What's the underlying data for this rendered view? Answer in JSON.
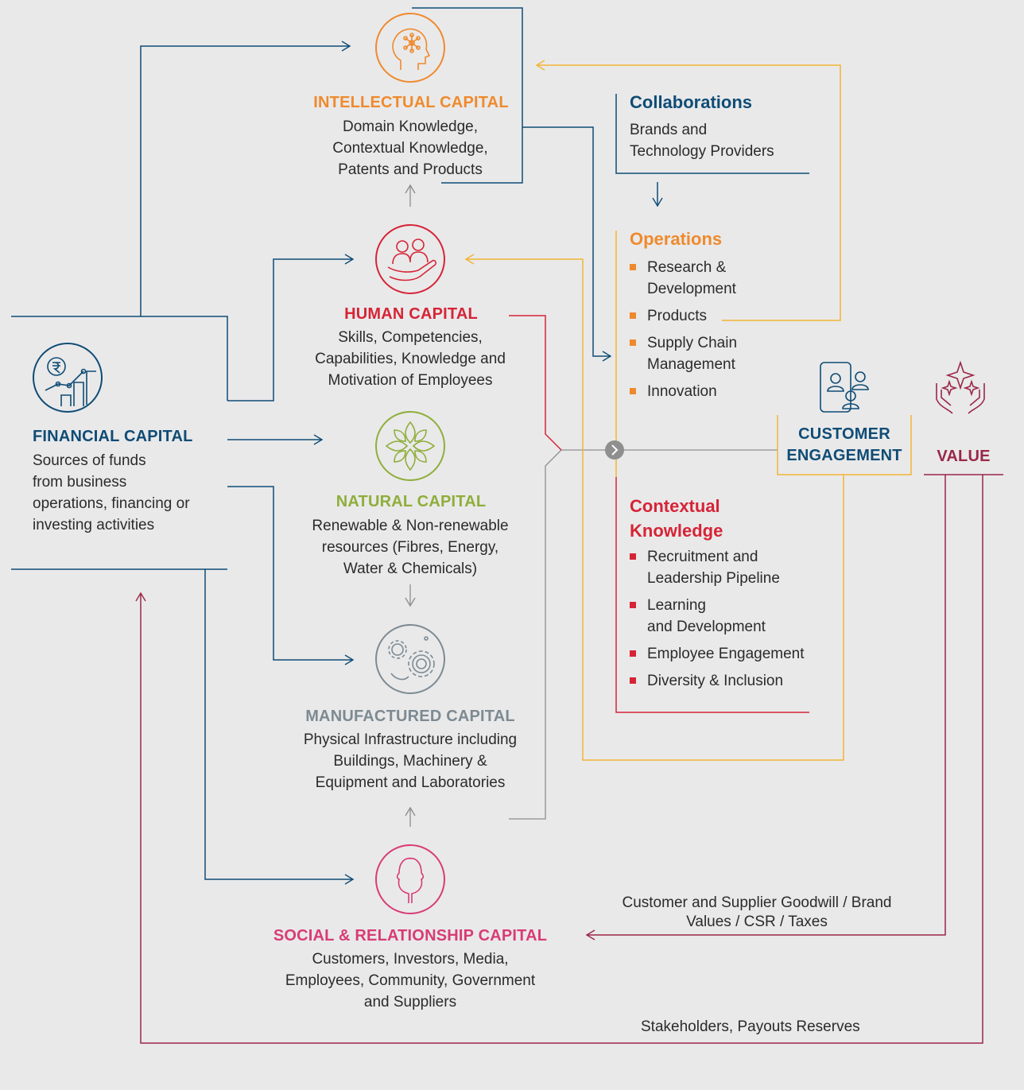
{
  "colors": {
    "financial": "#0f4c75",
    "intellectual": "#ef8a2c",
    "human": "#d62436",
    "natural": "#8fae3a",
    "manufactured": "#7d8a92",
    "social": "#d83c74",
    "value": "#9b2748",
    "collab": "#0f4c75",
    "yellow_line": "#f2b532",
    "gray_line": "#8f8f8f"
  },
  "financial": {
    "icon": "rupee-growth-chart-icon",
    "title": "FINANCIAL CAPITAL",
    "desc": [
      "Sources of funds",
      "from business",
      "operations, financing or",
      "investing activities"
    ]
  },
  "intellectual": {
    "icon": "brain-network-icon",
    "title": "INTELLECTUAL CAPITAL",
    "desc": [
      "Domain Knowledge,",
      "Contextual Knowledge,",
      "Patents and Products"
    ]
  },
  "human": {
    "icon": "people-in-hand-icon",
    "title": "HUMAN CAPITAL",
    "desc": [
      "Skills, Competencies,",
      "Capabilities, Knowledge and",
      "Motivation of Employees"
    ]
  },
  "natural": {
    "icon": "leaf-pattern-icon",
    "title": "NATURAL CAPITAL",
    "desc": [
      "Renewable & Non-renewable",
      "resources (Fibres, Energy,",
      "Water & Chemicals)"
    ]
  },
  "manufactured": {
    "icon": "gears-icon",
    "title": "MANUFACTURED CAPITAL",
    "desc": [
      "Physical Infrastructure including",
      "Buildings, Machinery &",
      "Equipment and Laboratories"
    ]
  },
  "social": {
    "icon": "two-faces-icon",
    "title": "SOCIAL & RELATIONSHIP CAPITAL",
    "desc": [
      "Customers, Investors, Media,",
      "Employees, Community, Government",
      "and Suppliers"
    ]
  },
  "collaborations": {
    "title": "Collaborations",
    "desc": [
      "Brands and",
      "Technology Providers"
    ]
  },
  "operations": {
    "title": "Operations",
    "items": [
      [
        "Research &",
        "Development"
      ],
      [
        "Products"
      ],
      [
        "Supply Chain",
        "Management"
      ],
      [
        "Innovation"
      ]
    ]
  },
  "contextual": {
    "title": [
      "Contextual",
      "Knowledge"
    ],
    "items": [
      [
        "Recruitment and",
        "Leadership Pipeline"
      ],
      [
        "Learning",
        "and Development"
      ],
      [
        "Employee Engagement"
      ],
      [
        "Diversity & Inclusion"
      ]
    ]
  },
  "customer_engagement": {
    "icon": "customer-profiles-icon",
    "title": [
      "CUSTOMER",
      "ENGAGEMENT"
    ]
  },
  "value": {
    "icon": "hands-sparkles-icon",
    "title": "VALUE"
  },
  "flows": {
    "goodwill": [
      "Customer and Supplier Goodwill / Brand",
      "Values / CSR / Taxes"
    ],
    "payouts": "Stakeholders, Payouts Reserves"
  }
}
